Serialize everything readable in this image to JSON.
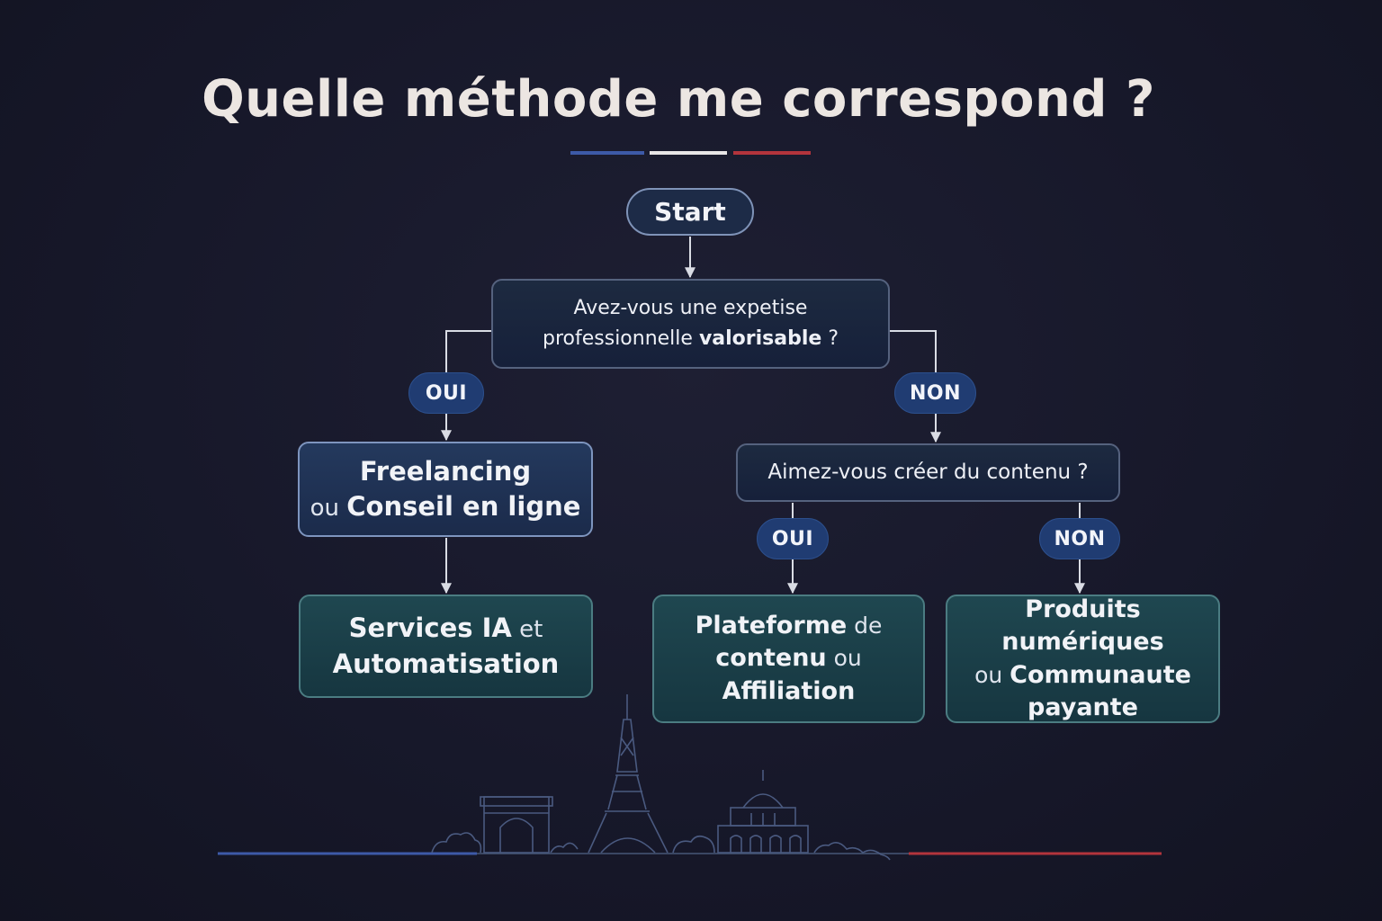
{
  "title": "Quelle méthode me correspond ?",
  "start": {
    "label": "Start"
  },
  "question1": {
    "line1": "Avez-vous une expetise",
    "line2_prefix": "professionnelle ",
    "line2_bold": "valorisable",
    "line2_suffix": " ?"
  },
  "badges": {
    "oui": "OUI",
    "non": "NON"
  },
  "question2": {
    "label": "Aimez-vous créer du contenu ?"
  },
  "outcomes": {
    "freelancing": {
      "line1": "Freelancing",
      "line2_prefix": "ou ",
      "line2_bold": "Conseil en ligne"
    },
    "services": {
      "line1_bold": "Services IA",
      "line1_suffix": " et",
      "line2": "Automatisation"
    },
    "plateforme": {
      "line1_bold": "Plateforme",
      "line1_suffix": " de",
      "line2_bold": "contenu",
      "line2_suffix": " ou",
      "line3": "Affiliation"
    },
    "produits": {
      "line1": "Produits numériques",
      "line2_prefix": "ou ",
      "line2_bold": "Communaute",
      "line3": "payante"
    }
  },
  "colors": {
    "flag_blue": "#3d5aa8",
    "flag_white": "#e8e6e6",
    "flag_red": "#b3343c",
    "badge": "#203c72",
    "connector": "#d9dce4"
  },
  "icons": [
    "eiffel-tower-icon",
    "arc-de-triomphe-icon",
    "domed-monument-icon"
  ]
}
